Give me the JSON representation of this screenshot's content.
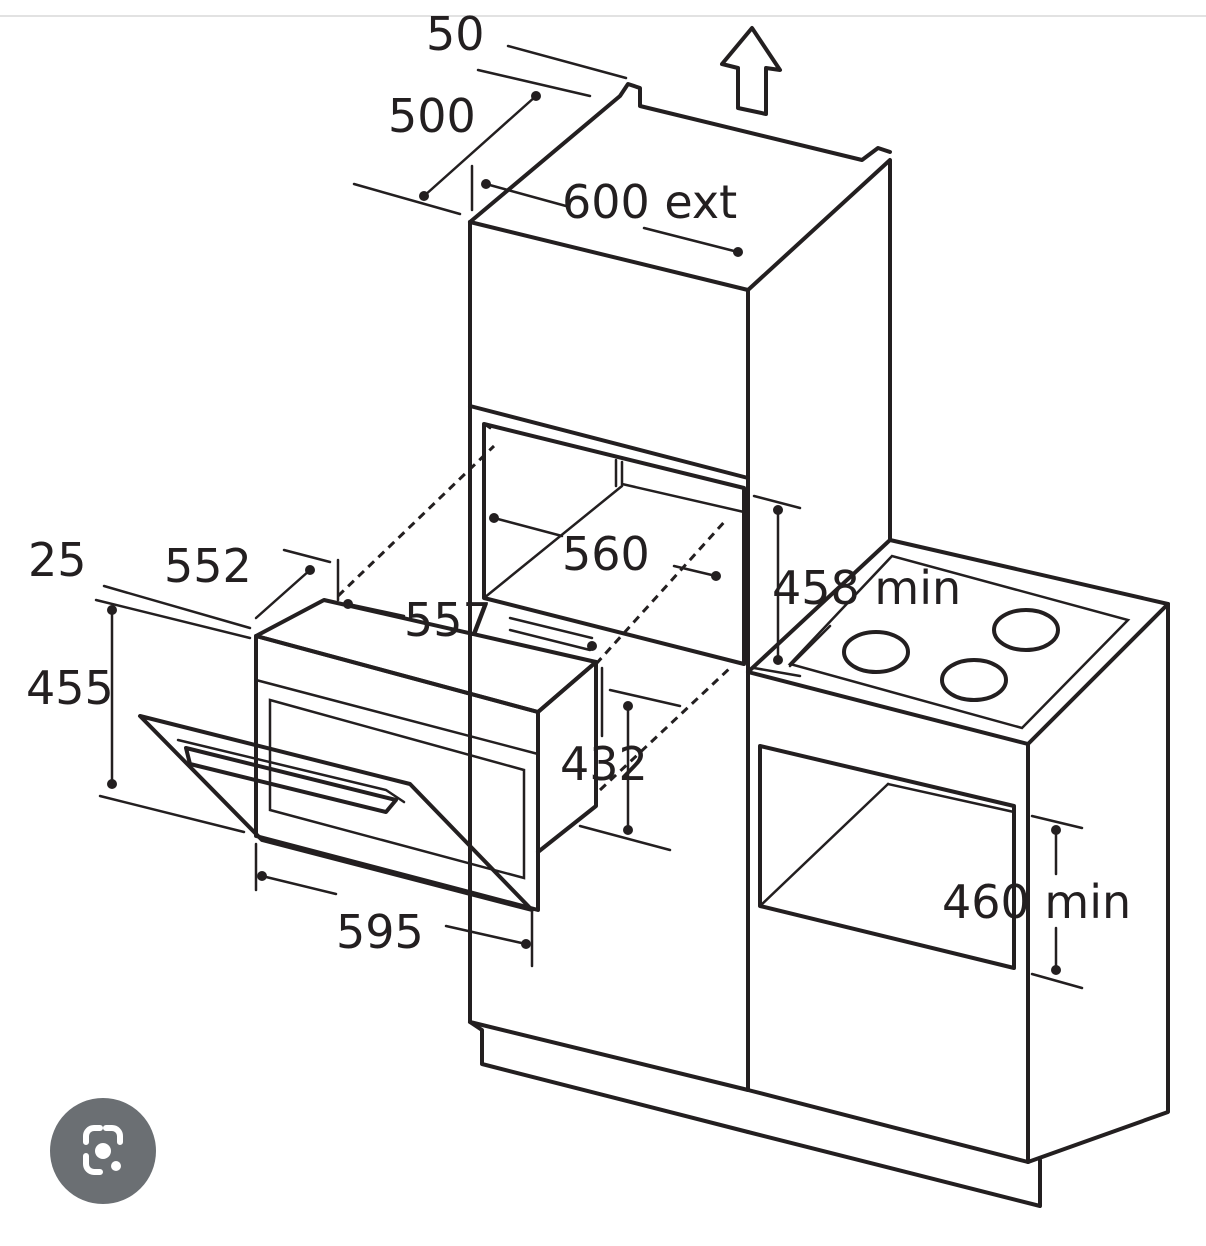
{
  "colors": {
    "line": "#231f20",
    "background": "#ffffff",
    "lens_button": "#5f6368"
  },
  "icons": {
    "lens": "google-lens-icon",
    "airflow": "up-arrow-icon"
  },
  "dimensions": {
    "d50": "50",
    "d500": "500",
    "d600": "600 ext",
    "d25": "25",
    "d552": "552",
    "d560": "560",
    "d557": "557",
    "d458": "458 min",
    "d455": "455",
    "d432": "432",
    "d595": "595",
    "d460": "460 min"
  }
}
